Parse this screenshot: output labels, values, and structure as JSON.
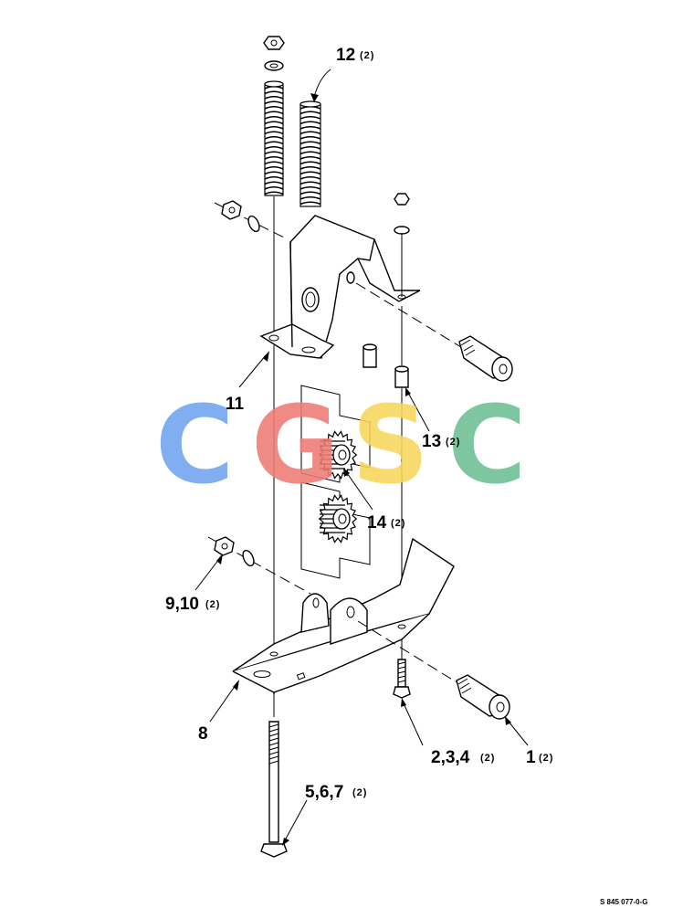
{
  "callouts": [
    {
      "id": "c12",
      "num": "12",
      "qty": "(2)"
    },
    {
      "id": "c11",
      "num": "11",
      "qty": ""
    },
    {
      "id": "c13",
      "num": "13",
      "qty": "(2)"
    },
    {
      "id": "c14",
      "num": "14",
      "qty": "(2)"
    },
    {
      "id": "c910",
      "num": "9,10",
      "qty": "(2)"
    },
    {
      "id": "c8",
      "num": "8",
      "qty": ""
    },
    {
      "id": "c234",
      "num": "2,3,4",
      "qty": "(2)"
    },
    {
      "id": "c1",
      "num": "1",
      "qty": "(2)"
    },
    {
      "id": "c567",
      "num": "5,6,7",
      "qty": "(2)"
    }
  ],
  "figure_code": "S 845 077-0-G",
  "watermark": {
    "letters": [
      "C",
      "G",
      "S",
      "C"
    ],
    "colors": [
      "#6fa3f0",
      "#ef7b74",
      "#f7d75c",
      "#6cbf93"
    ]
  }
}
